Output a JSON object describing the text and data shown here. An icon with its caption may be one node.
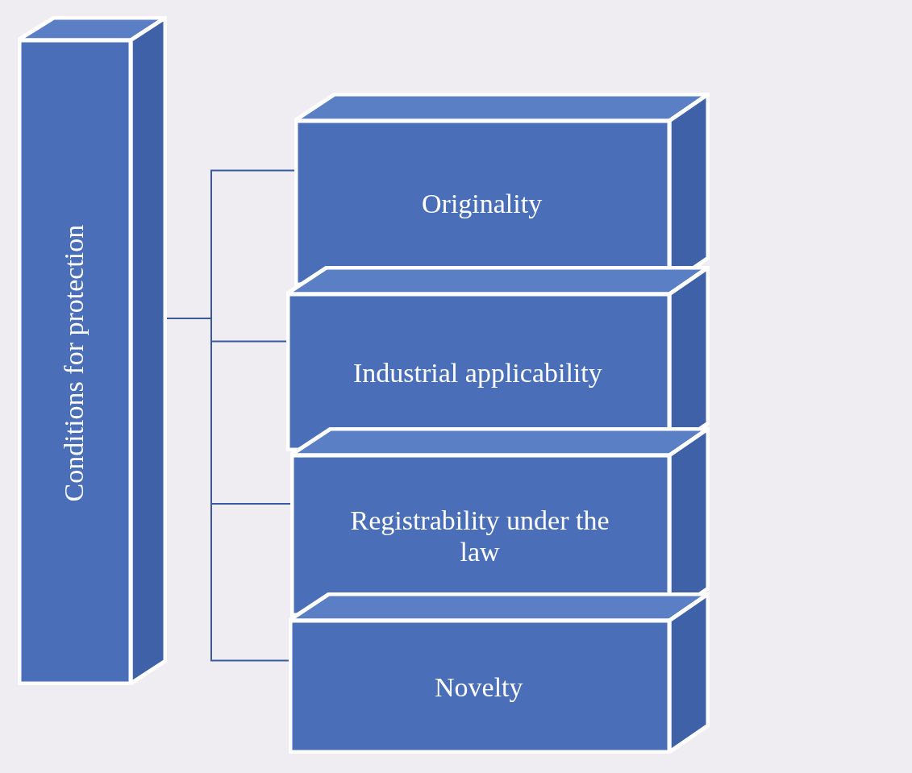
{
  "diagram": {
    "nodes": [
      {
        "text": [
          "Conditions for protection"
        ]
      },
      {
        "text": [
          "Originality"
        ]
      },
      {
        "text": [
          "Industrial applicability"
        ]
      },
      {
        "text": [
          "Registrability under the law"
        ]
      },
      {
        "text": [
          "Novelty"
        ]
      }
    ],
    "edges": [
      {
        "from": 0,
        "to": 1,
        "arrow": "none"
      },
      {
        "from": 0,
        "to": 2,
        "arrow": "none"
      },
      {
        "from": 0,
        "to": 3,
        "arrow": "none"
      },
      {
        "from": 0,
        "to": 4,
        "arrow": "none"
      }
    ]
  }
}
